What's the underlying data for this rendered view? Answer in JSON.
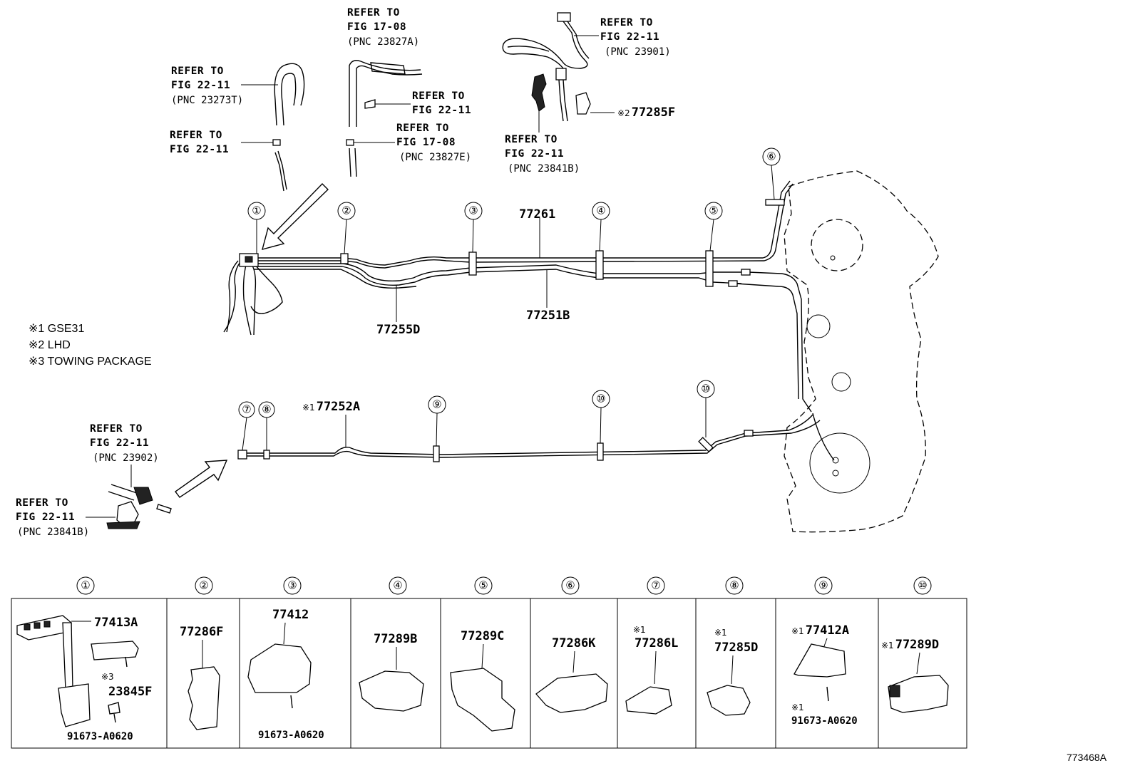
{
  "refs": {
    "r1": {
      "l1": "REFER TO",
      "l2": "FIG 22-11",
      "l3": "(PNC 23273T)"
    },
    "r2": {
      "l1": "REFER TO",
      "l2": "FIG 22-11"
    },
    "r3": {
      "l1": "REFER TO",
      "l2": "FIG 17-08",
      "l3": "(PNC 23827A)"
    },
    "r4": {
      "l1": "REFER TO",
      "l2": "FIG 22-11"
    },
    "r5": {
      "l1": "REFER TO",
      "l2": "FIG 17-08",
      "l3": "(PNC 23827E)"
    },
    "r6": {
      "l1": "REFER TO",
      "l2": "FIG 22-11",
      "l3": "(PNC 23901)"
    },
    "r7": {
      "l1": "REFER TO",
      "l2": "FIG 22-11",
      "l3": "(PNC 23841B)"
    },
    "r8": {
      "l1": "REFER TO",
      "l2": "FIG 22-11",
      "l3": "(PNC 23902)"
    },
    "r9": {
      "l1": "REFER TO",
      "l2": "FIG 22-11",
      "l3": "(PNC 23841B)"
    }
  },
  "mark2_part": {
    "mark": "※2",
    "num": "77285F"
  },
  "notes": [
    "※1 GSE31",
    "※2 LHD",
    "※3 TOWING PACKAGE"
  ],
  "main_parts": {
    "p77261": "77261",
    "p77251b": "77251B",
    "p77255d": "77255D",
    "p77252a_mark": "※1",
    "p77252a": "77252A"
  },
  "circles": [
    "①",
    "②",
    "③",
    "④",
    "⑤",
    "⑥",
    "⑦",
    "⑧",
    "⑨",
    "⑩"
  ],
  "table": {
    "headers": [
      "①",
      "②",
      "③",
      "④",
      "⑤",
      "⑥",
      "⑦",
      "⑧",
      "⑨",
      "⑩"
    ],
    "cells": {
      "c1": {
        "a": "77413A",
        "b_mark": "※3",
        "b": "23845F",
        "c": "91673-A0620"
      },
      "c2": {
        "a": "77286F"
      },
      "c3": {
        "a": "77412",
        "b": "91673-A0620"
      },
      "c4": {
        "a": "77289B"
      },
      "c5": {
        "a": "77289C"
      },
      "c6": {
        "a": "77286K"
      },
      "c7": {
        "mark": "※1",
        "a": "77286L"
      },
      "c8": {
        "mark": "※1",
        "a": "77285D"
      },
      "c9": {
        "mark": "※1",
        "a": "77412A",
        "b_mark": "※1",
        "b": "91673-A0620"
      },
      "c10": {
        "mark": "※1",
        "a": "77289D"
      }
    }
  },
  "catalog_id": "773468A"
}
